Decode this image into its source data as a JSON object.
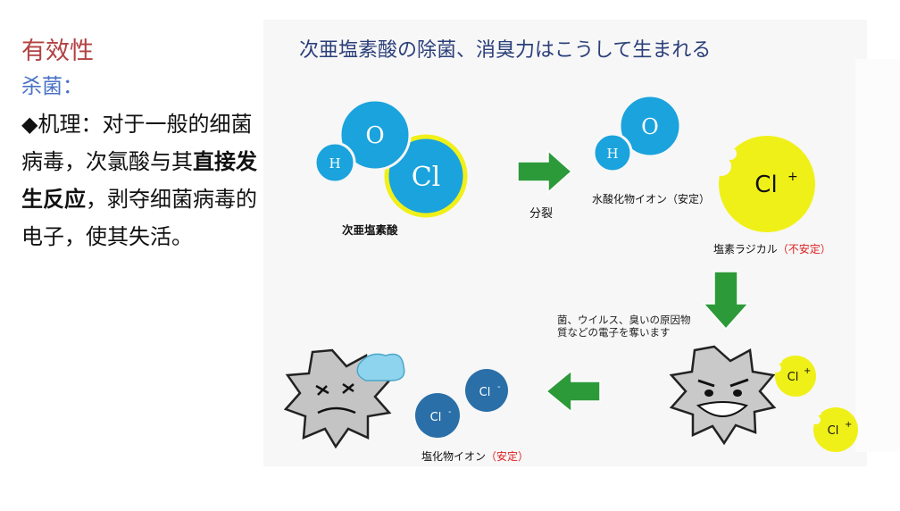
{
  "left": {
    "heading": "有效性",
    "subheading": "杀菌：",
    "mechanism_prefix": "◆机理：对于一般的细菌病毒，次氯酸与其",
    "mechanism_bold": "直接发生反应",
    "mechanism_suffix": "，剥夺细菌病毒的电子，使其失活。"
  },
  "diagram": {
    "title": "次亜塩素酸の除菌、消臭力はこうして生まれる",
    "atoms": {
      "h": "H",
      "o": "O",
      "cl": "Cl",
      "cl_plus": "Cl",
      "plus": "+",
      "minus": "-"
    },
    "labels": {
      "hypochlorous": "次亜塩素酸",
      "split": "分裂",
      "hydroxide_ion": "水酸化物イオン（安定）",
      "chlorine_radical": "塩素ラジカル",
      "unstable": "（不安定）",
      "note": "菌、ウイルス、臭いの原因物質などの電子を奪います",
      "chloride_ion": "塩化物イオン",
      "stable": "（安定）"
    },
    "colors": {
      "hydrogen_blue": "#1aa3dd",
      "chlorine_yellow": "#f0f019",
      "chloride_blue": "#2a6fa8",
      "arrow_green": "#2d9a3a"
    }
  }
}
